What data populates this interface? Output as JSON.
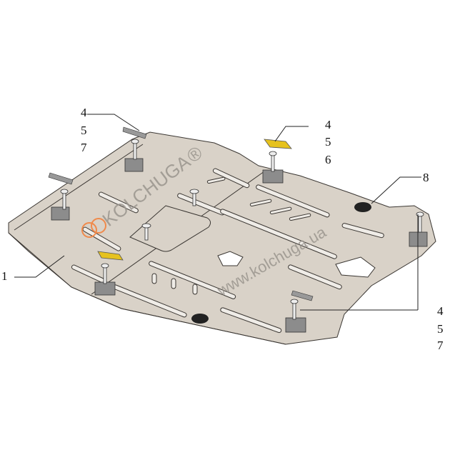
{
  "diagram": {
    "callouts": [
      {
        "id": "top-left",
        "items": [
          "4",
          "5",
          "7"
        ]
      },
      {
        "id": "top-middle",
        "items": [
          "4",
          "5",
          "6"
        ]
      },
      {
        "id": "right",
        "items": [
          "8"
        ]
      },
      {
        "id": "left",
        "items": [
          "1"
        ]
      },
      {
        "id": "bottom-right",
        "items": [
          "4",
          "5",
          "7"
        ]
      }
    ],
    "watermark_brand": "KOLCHUGA",
    "watermark_registered": "®",
    "watermark_url": "www.kolchuga.ua",
    "colors": {
      "plate": "#d9d2c8",
      "outline": "#3a3632",
      "bracket": "#8c8c8c",
      "shim": "#e6c21e",
      "logo": "#f08a4b"
    }
  }
}
